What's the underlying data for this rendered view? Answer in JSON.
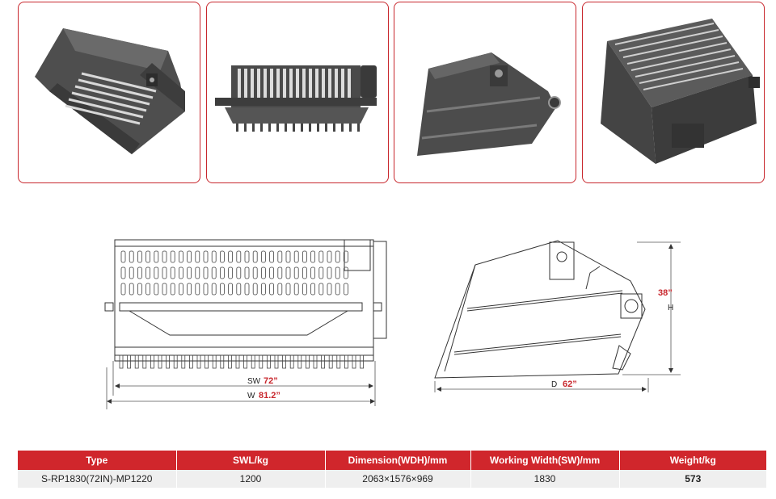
{
  "product_views": [
    {
      "name": "front-three-quarter-view"
    },
    {
      "name": "front-view"
    },
    {
      "name": "side-view"
    },
    {
      "name": "rear-three-quarter-view"
    }
  ],
  "front_drawing": {
    "sw_label": "SW",
    "sw_value": "72”",
    "w_label": "W",
    "w_value": "81.2”"
  },
  "side_drawing": {
    "h_label": "H",
    "h_value": "38”",
    "d_label": "D",
    "d_value": "62”"
  },
  "spec_table": {
    "headers": [
      "Type",
      "SWL/kg",
      "Dimension(WDH)/mm",
      "Working Width(SW)/mm",
      "Weight/kg"
    ],
    "rows": [
      [
        "S-RP1830(72IN)-MP1220",
        "1200",
        "2063×1576×969",
        "1830",
        "573"
      ]
    ]
  },
  "colors": {
    "accent": "#d0262c",
    "metal": "#5a5a5a",
    "line": "#333333",
    "row_bg": "#efefef"
  }
}
